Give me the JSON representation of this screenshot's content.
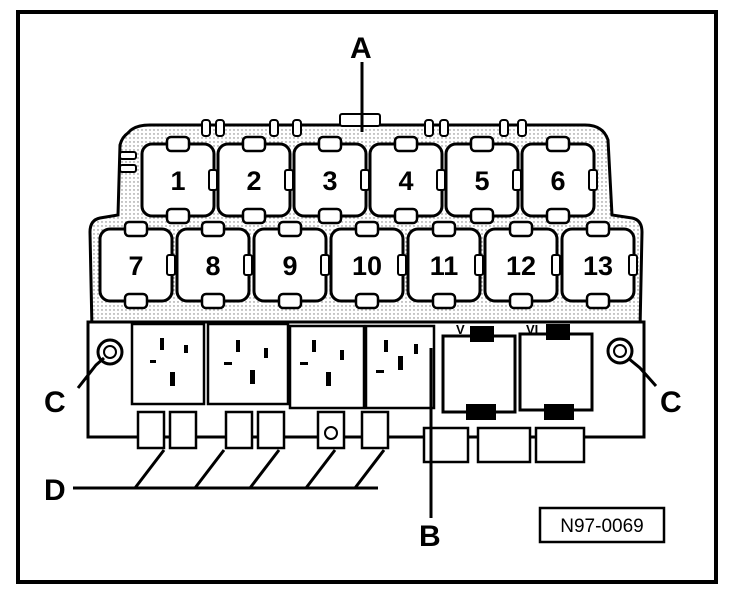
{
  "diagram": {
    "relay_slots_top": [
      "1",
      "2",
      "3",
      "4",
      "5",
      "6"
    ],
    "relay_slots_bottom": [
      "7",
      "8",
      "9",
      "10",
      "11",
      "12",
      "13"
    ],
    "lower_relays": [
      "V",
      "VI"
    ],
    "callouts": {
      "a": "A",
      "b": "B",
      "c_left": "C",
      "c_right": "C",
      "d": "D"
    },
    "reference": "N97-0069"
  }
}
